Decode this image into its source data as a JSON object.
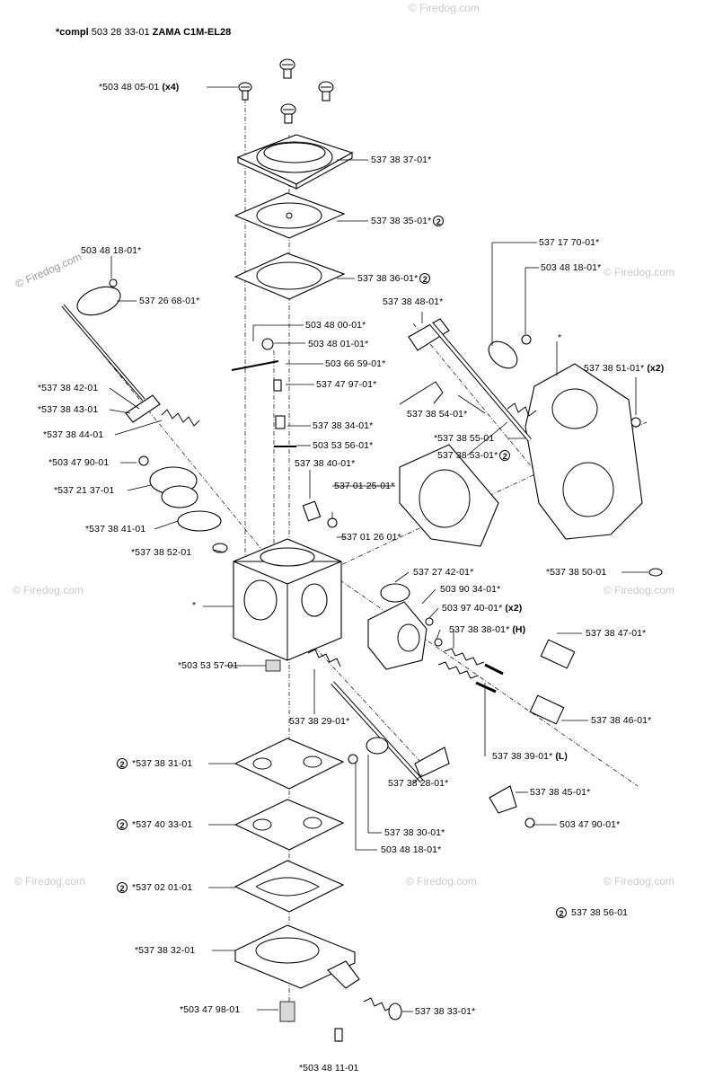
{
  "title": {
    "prefix": "*compl",
    "number": "503 28 33-01",
    "model": "ZAMA C1M-EL28"
  },
  "watermark": {
    "text": "© Firedog.com",
    "color": "#c9c9c9"
  },
  "circle_marker": "2",
  "labels": {
    "l01": "*503 48 05-01",
    "l01_qty": "(x4)",
    "l02": "537 38 37-01*",
    "l03": "537 38 35-01*",
    "l04": "537 38 36-01*",
    "l05": "503 48 18-01*",
    "l06": "537 26 68-01*",
    "l07": "503 48 00-01*",
    "l08": "503 48 01-01*",
    "l09": "503 66 59-01*",
    "l10": "*537 38 42-01",
    "l11": "537 47 97-01*",
    "l12": "*537 38 43-01",
    "l13": "537 38 34-01*",
    "l14": "*537 38 44-01",
    "l15": "503 53 56-01*",
    "l16": "*503 47 90-01",
    "l17": "537 38 40-01*",
    "l18": "*537 21 37-01",
    "l19": "537 01 25-01*",
    "l20": "*537 38 41-01",
    "l21": "537 01 26 01*",
    "l22": "*537 38 52-01",
    "l23": "537 17 70-01*",
    "l24": "503 48 18-01*",
    "l25": "537 38 48-01*",
    "l26": "537 38 51-01*",
    "l26_qty": "(x2)",
    "l27": "537 38 54-01*",
    "l28": "*537 38 55-01",
    "l29": "537 38 53-01*",
    "l30": "*537 38 50-01",
    "l31": "537 27 42-01*",
    "l32": "503 90 34-01*",
    "l33": "503 97 40-01*",
    "l33_qty": "(x2)",
    "l34": "537 38 38-01*",
    "l34_qty": "(H)",
    "l35": "537 38 47-01*",
    "l36": "*503 53 57-01",
    "l37": "537 38 29-01*",
    "l38": "537 38 46-01*",
    "l39": "537 38 39-01*",
    "l39_qty": "(L)",
    "l40": "*537 38 31-01",
    "l41": "537 38 28-01*",
    "l42": "537 38 45-01*",
    "l43": "537 38 30-01*",
    "l44": "*537 40 33-01",
    "l45": "503 47 90-01*",
    "l46": "503 48 18-01*",
    "l47": "*537 02 01-01",
    "l48": "537 38 56-01",
    "l49": "*537 38 32-01",
    "l50": "*503 47 98-01",
    "l51": "537 38 33-01*",
    "l52": "*503 48 11-01",
    "star": "*"
  }
}
